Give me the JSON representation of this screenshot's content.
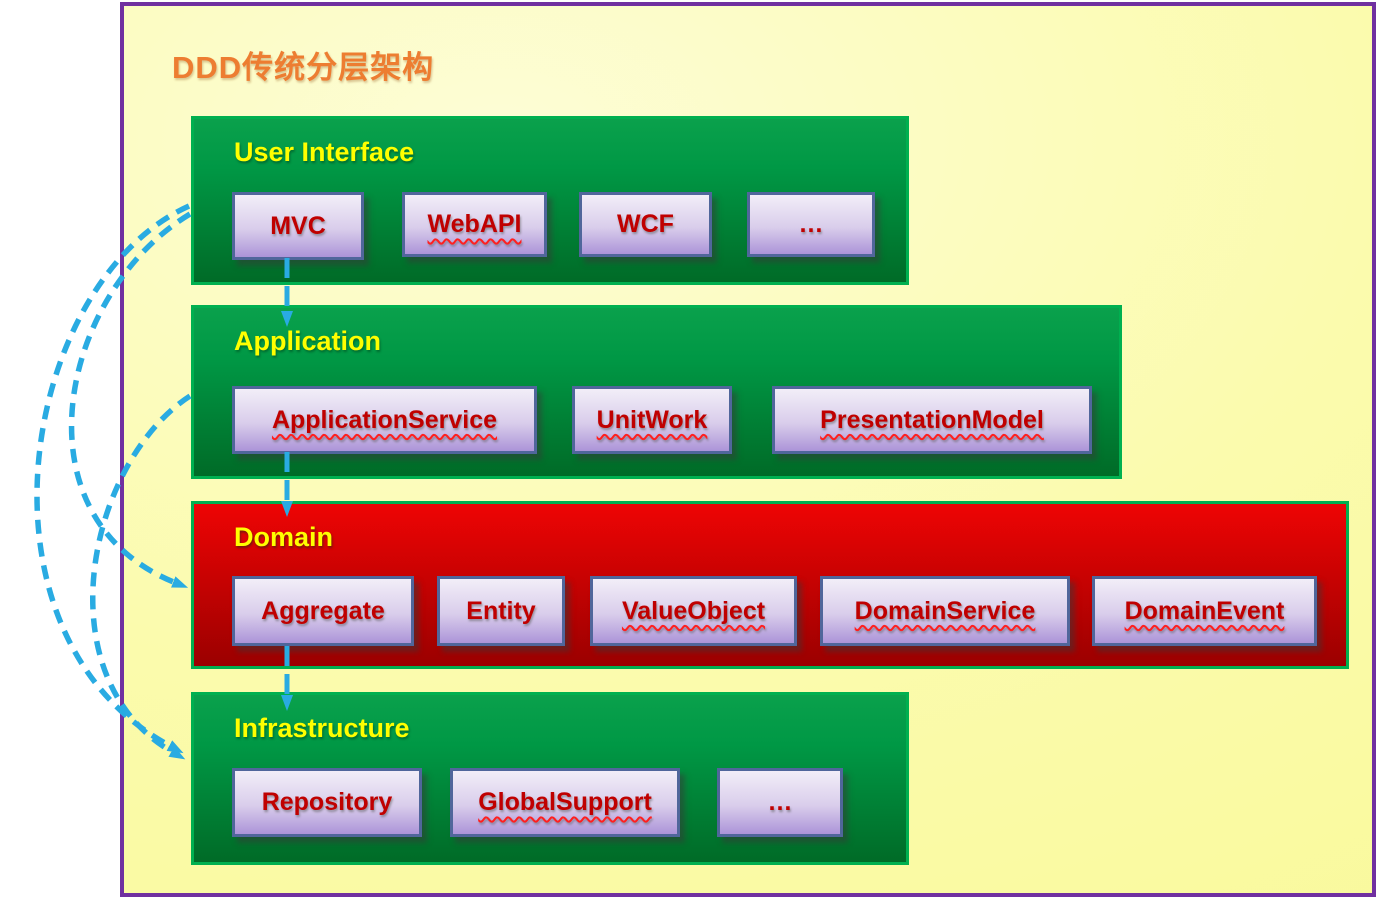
{
  "title": "DDD传统分层架构",
  "layers": [
    {
      "name": "User Interface",
      "components": [
        {
          "label": "MVC",
          "wavy": false
        },
        {
          "label": "WebAPI",
          "wavy": true
        },
        {
          "label": "WCF",
          "wavy": false
        },
        {
          "label": "…",
          "wavy": false
        }
      ]
    },
    {
      "name": "Application",
      "components": [
        {
          "label": "ApplicationService",
          "wavy": true
        },
        {
          "label": "UnitWork",
          "wavy": true
        },
        {
          "label": "PresentationModel",
          "wavy": true
        }
      ]
    },
    {
      "name": "Domain",
      "components": [
        {
          "label": "Aggregate",
          "wavy": false
        },
        {
          "label": "Entity",
          "wavy": false
        },
        {
          "label": "ValueObject",
          "wavy": true
        },
        {
          "label": "DomainService",
          "wavy": true
        },
        {
          "label": "DomainEvent",
          "wavy": true
        }
      ]
    },
    {
      "name": "Infrastructure",
      "components": [
        {
          "label": "Repository",
          "wavy": false
        },
        {
          "label": "GlobalSupport",
          "wavy": true
        },
        {
          "label": "…",
          "wavy": false
        }
      ]
    }
  ],
  "connections": [
    {
      "from": "User Interface",
      "to": "Application",
      "style": "straight-dashed"
    },
    {
      "from": "Application",
      "to": "Domain",
      "style": "straight-dashed"
    },
    {
      "from": "Domain",
      "to": "Infrastructure",
      "style": "straight-dashed"
    },
    {
      "from": "User Interface",
      "to": "Domain",
      "style": "curved-dashed"
    },
    {
      "from": "User Interface",
      "to": "Infrastructure",
      "style": "curved-dashed"
    },
    {
      "from": "Application",
      "to": "Infrastructure",
      "style": "curved-dashed"
    }
  ],
  "colors": {
    "frame_border": "#7030A0",
    "background_yellow": "#FBFBAD",
    "layer_green_top": "#0AA14C",
    "layer_green_bottom": "#006B27",
    "layer_border_green": "#00B050",
    "domain_red_top": "#EE0404",
    "domain_red_bottom": "#9B0000",
    "component_border": "#50669B",
    "component_text": "#C00000",
    "label_yellow": "#FFFF00",
    "title_orange": "#ED7D31",
    "arrow_blue": "#29ABE2",
    "squiggle_red": "#FF1F1F"
  }
}
